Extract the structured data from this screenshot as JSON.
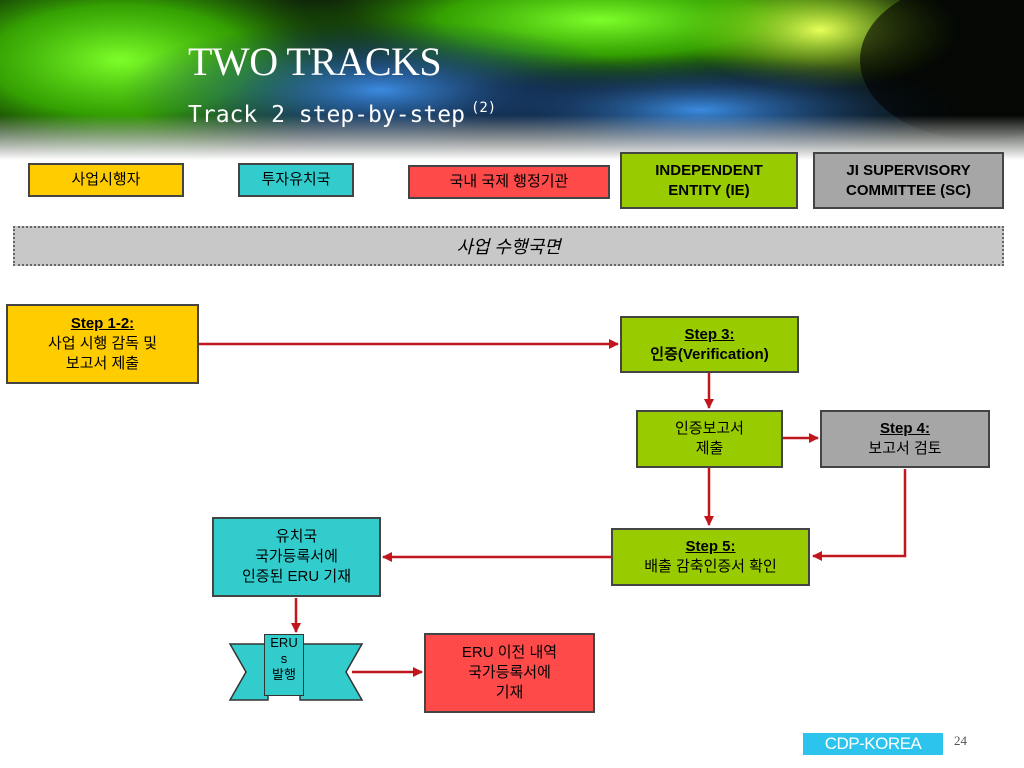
{
  "header": {
    "title": "TWO TRACKS",
    "subtitle": "Track 2 step-by-step",
    "subtitle_sup": "(2)"
  },
  "legend": [
    {
      "label": "사업시행자",
      "color": "#ffcc00"
    },
    {
      "label": "투자유치국",
      "color": "#33cccc"
    },
    {
      "label": "국내 국제 행정기관",
      "color": "#ff4a4a"
    },
    {
      "label_line1": "INDEPENDENT",
      "label_line2": "ENTITY (IE)",
      "color": "#99cc00"
    },
    {
      "label_line1": "JI SUPERVISORY",
      "label_line2": "COMMITTEE (SC)",
      "color": "#a6a6a6"
    }
  ],
  "band": {
    "label": "사업 수행국면"
  },
  "flow": {
    "step12": {
      "step": "Step 1-2:",
      "line1": "사업 시행 감독 및",
      "line2": "보고서 제출"
    },
    "step3": {
      "step": "Step 3:",
      "line1": "인증(Verification)"
    },
    "report": {
      "line1": "인증보고서",
      "line2": "제출"
    },
    "step4": {
      "step": "Step 4:",
      "line1": "보고서 검토"
    },
    "step5": {
      "step": "Step 5:",
      "line1": "배출 감축인증서 확인"
    },
    "host": {
      "line1": "유치국",
      "line2": "국가등록서에",
      "line3": "인증된 ERU 기재"
    },
    "issue": {
      "line1": "ERU",
      "line2": "s",
      "line3": "발행"
    },
    "transfer": {
      "line1": "ERU 이전 내역",
      "line2": "국가등록서에",
      "line3": "기재"
    }
  },
  "footer": {
    "brand": "CDP-KOREA",
    "page": "24"
  },
  "colors": {
    "arrow": "#c0161c",
    "banner_dark": "#0a0f0a",
    "banner_green": "#4fd300",
    "banner_blue": "#1a4fa8"
  }
}
